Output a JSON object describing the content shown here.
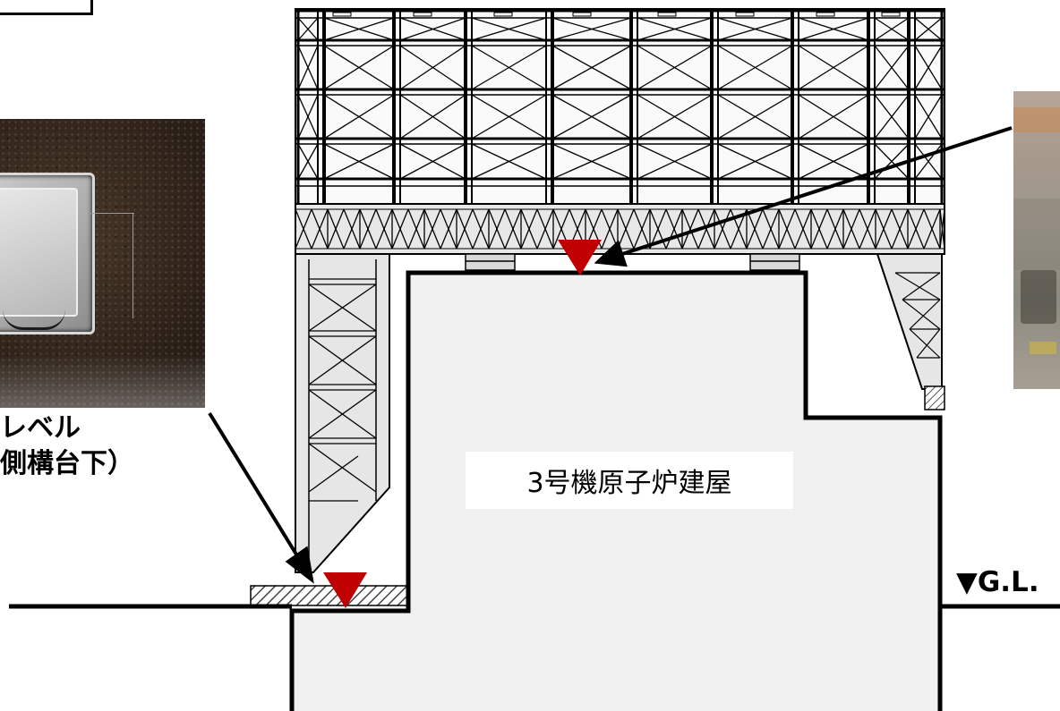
{
  "labels": {
    "building_name": "3号機原子炉建屋",
    "left_caption_line1": "レベル",
    "left_caption_line2": "側構台下）",
    "gl_label": "▼G.L.",
    "gl_small": "",
    "right_caption_fragment": "（"
  },
  "markers": {
    "color": "#c00000"
  },
  "icons": {
    "marker_top": "down-triangle-icon",
    "marker_bottom": "down-triangle-icon"
  }
}
